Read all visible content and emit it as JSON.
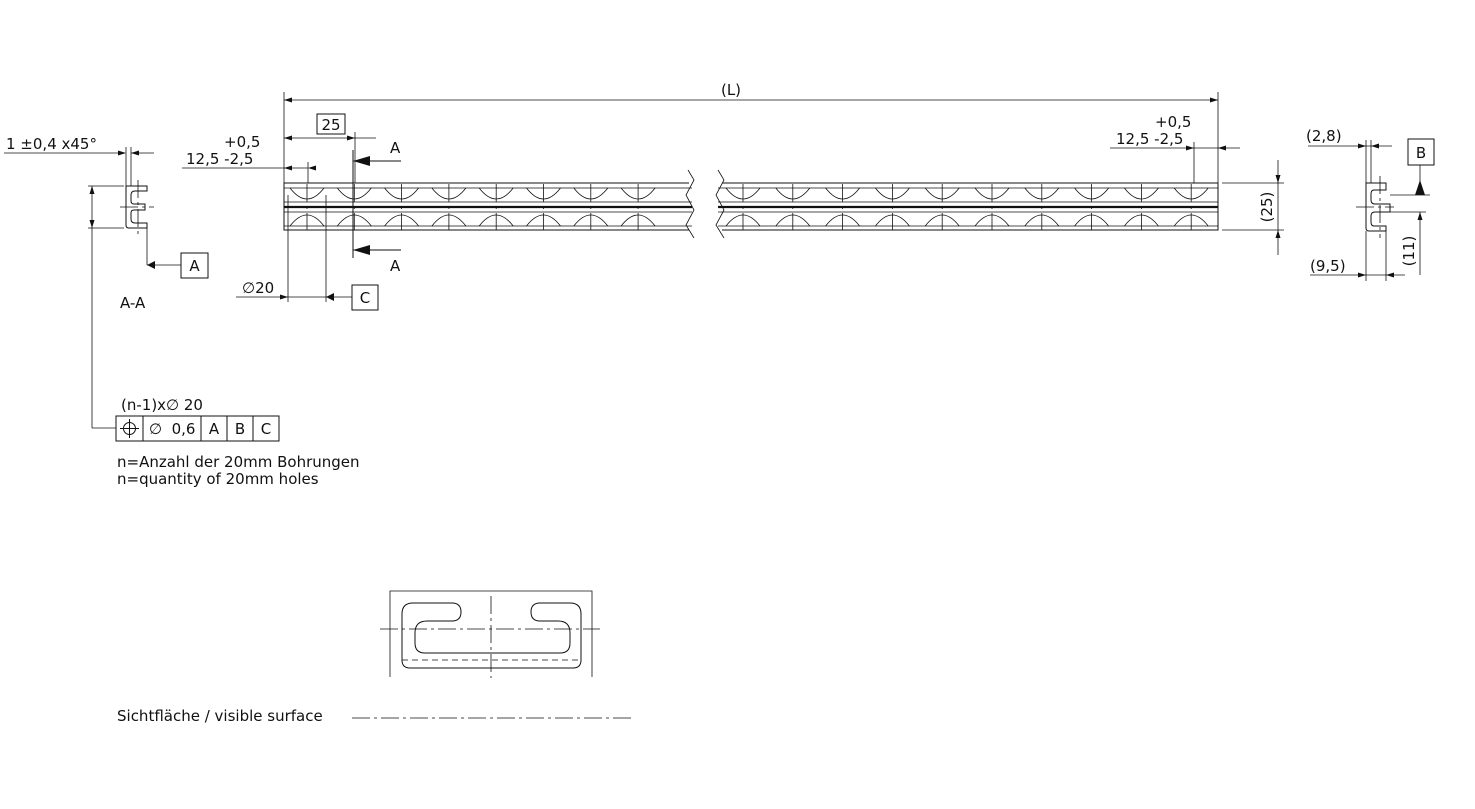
{
  "dims": {
    "length": "(L)",
    "pitch_box": "25",
    "tol_upper_left": "+0,5",
    "tol_main_left": "12,5 -2,5",
    "tol_upper_right": "+0,5",
    "tol_main_right": "12,5 -2,5",
    "height": "(25)",
    "hole_dia": "∅20",
    "chamfer": "1 ±0,4 x45°",
    "thickness": "(2,8)",
    "width_bottom": "(9,5)",
    "height_11": "(11)"
  },
  "datums": {
    "a": "A",
    "b": "B",
    "c": "C",
    "section_top": "A",
    "section_bottom": "A",
    "section_label": "A-A"
  },
  "fcf": {
    "note": "(n-1)x∅ 20",
    "position_symbol_icon": "position-tolerance-icon",
    "tolerance": "∅  0,6",
    "datum_1": "A",
    "datum_2": "B",
    "datum_3": "C"
  },
  "notes": {
    "de": "n=Anzahl der 20mm Bohrungen",
    "en": "n=quantity of 20mm holes",
    "visible_surface": "Sichtfläche / visible surface"
  }
}
